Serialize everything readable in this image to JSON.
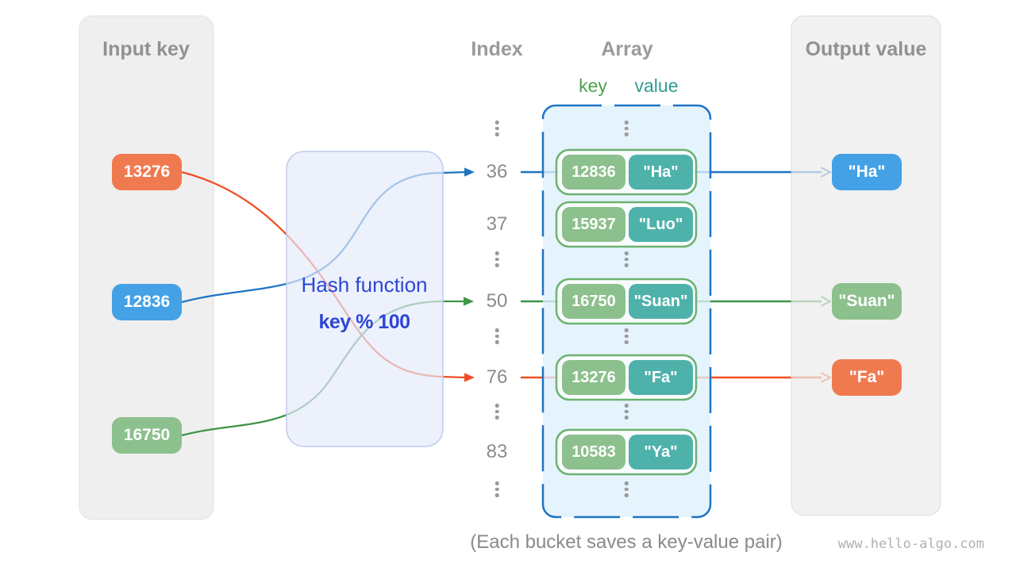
{
  "panels": {
    "input": {
      "title": "Input key"
    },
    "output": {
      "title": "Output value"
    }
  },
  "headers": {
    "index": "Index",
    "array": "Array",
    "key": "key",
    "value": "value"
  },
  "hash_box": {
    "line1": "Hash function",
    "line2": "key % 100"
  },
  "input_keys": [
    {
      "value": "13276",
      "color": "#f07a50"
    },
    {
      "value": "12836",
      "color": "#44a1e5"
    },
    {
      "value": "16750",
      "color": "#8cc08c"
    }
  ],
  "indices": [
    "36",
    "37",
    "50",
    "76",
    "83"
  ],
  "buckets": [
    {
      "index": "36",
      "key": "12836",
      "value": "\"Ha\""
    },
    {
      "index": "37",
      "key": "15937",
      "value": "\"Luo\""
    },
    {
      "index": "50",
      "key": "16750",
      "value": "\"Suan\""
    },
    {
      "index": "76",
      "key": "13276",
      "value": "\"Fa\""
    },
    {
      "index": "83",
      "key": "10583",
      "value": "\"Ya\""
    }
  ],
  "outputs": [
    {
      "value": "\"Ha\"",
      "color": "#44a1e5"
    },
    {
      "value": "\"Suan\"",
      "color": "#8cc08c"
    },
    {
      "value": "\"Fa\"",
      "color": "#f07a50"
    }
  ],
  "caption": "(Each bucket saves a key-value pair)",
  "watermark": "www.hello-algo.com",
  "colors": {
    "arrow_blue": "#1e74c4",
    "arrow_green": "#3f9447",
    "arrow_orange": "#ef4f23",
    "key_box_green": "#8cc08c",
    "value_box_teal": "#4eb2ab",
    "array_border_blue": "#1e74c4",
    "bucket_border_green": "#6cb26f",
    "hash_text_blue": "#2b46d6",
    "panel_gray": "#efefef",
    "label_key_green": "#4da24f",
    "label_value_teal": "#2f9c8f",
    "muted_text_gray": "#919191"
  }
}
